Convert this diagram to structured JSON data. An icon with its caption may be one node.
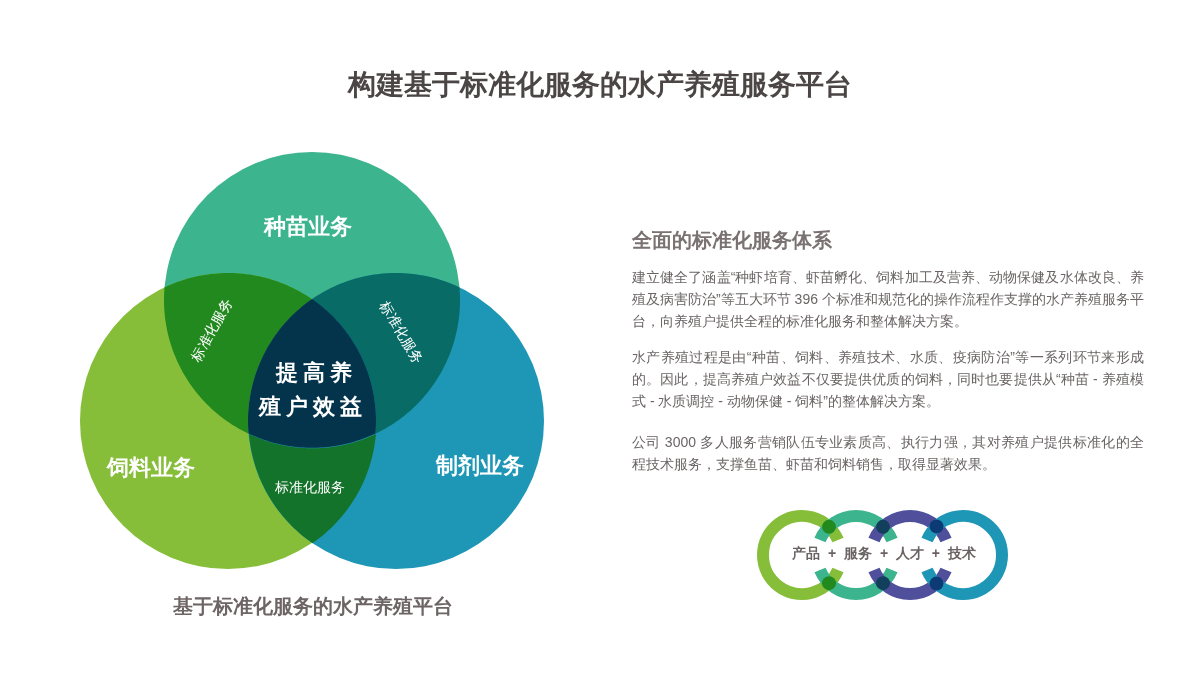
{
  "diagram": {
    "title": "构建基于标准化服务的水产养殖服务平台",
    "caption": "基于标准化服务的水产养殖平台",
    "nodes": [
      {
        "text": [
          "种苗业务"
        ]
      },
      {
        "text": [
          "标准化服务"
        ]
      },
      {
        "text": [
          "标准化服务"
        ]
      },
      {
        "text": [
          "提高养殖户效益"
        ]
      },
      {
        "text": [
          "饲料业务"
        ]
      },
      {
        "text": [
          "制剂业务"
        ]
      },
      {
        "text": [
          "标准化服务"
        ]
      },
      {
        "text": [
          "产品 + 服务 + 人才 + 技术"
        ]
      }
    ],
    "labels": [
      "全面的标准化服务体系",
      "建立健全了涵盖“种虾培育、虾苗孵化、饲料加工及营养、动物保健及水体改良、养殖及病害防治”等五大环节 396 个标准和规范化的操作流程作支撑的水产养殖服务平台，向养殖户提供全程的标准化服务和整体解决方案。",
      "水产养殖过程是由“种苗、饲料、养殖技术、水质、疫病防治”等一系列环节来形成的。因此，提高养殖户效益不仅要提供优质的饲料，同时也要提供从“种苗 - 养殖模式 - 水质调控 - 动物保健 - 饲料”的整体解决方案。",
      "公司 3000 多人服务营销队伍专业素质高、执行力强，其对养殖户提供标准化的全程技术服务，支撑鱼苗、虾苗和饲料销售，取得显著效果。"
    ]
  }
}
